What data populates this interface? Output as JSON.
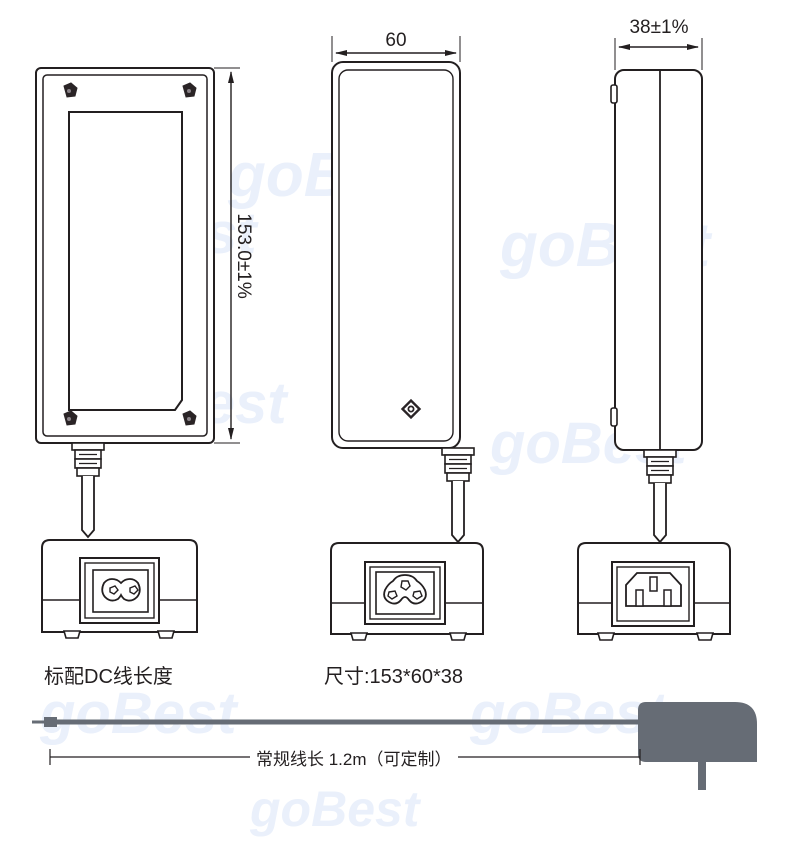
{
  "drawing": {
    "title_alt": "Power adapter mechanical drawing",
    "dimensions": {
      "height_label": "153.0±1%",
      "width_label": "60",
      "depth_label": "38±1%"
    },
    "captions": {
      "dc_cable": "标配DC线长度",
      "size": "尺寸:153*60*38",
      "cable_length": "常规线长 1.2m（可定制）"
    },
    "views": [
      {
        "name": "bottom-view",
        "caption": "标配DC线长度",
        "features": [
          "outer-shell",
          "inner-panel",
          "four-screws",
          "cable-strain-relief"
        ]
      },
      {
        "name": "front-view",
        "caption": "尺寸:153*60*38",
        "features": [
          "rounded-shell",
          "led-indicator",
          "cable-strain-relief"
        ]
      },
      {
        "name": "side-view",
        "caption": "",
        "features": [
          "seam-line",
          "edge-tabs",
          "cable-strain-relief"
        ]
      }
    ],
    "sockets": [
      {
        "name": "socket-figure-8",
        "type": "C8 figure-8 inlet"
      },
      {
        "name": "socket-clover",
        "type": "C5 clover / mickey inlet"
      },
      {
        "name": "socket-iec-c14",
        "type": "IEC C14 inlet"
      }
    ],
    "watermarks": [
      "goBest",
      "goBest",
      "goBest",
      "goBest",
      "goBest",
      "goBest"
    ],
    "colors": {
      "line": "#231f20",
      "adapter_body": "#666c75",
      "watermark": "#eaf0fb",
      "background": "#ffffff"
    }
  }
}
